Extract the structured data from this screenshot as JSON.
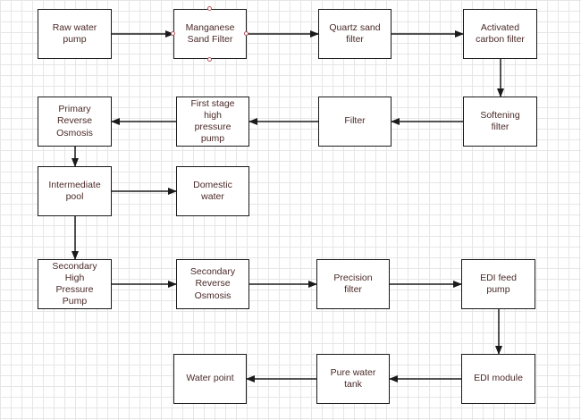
{
  "diagram": {
    "nodes": [
      {
        "id": "raw",
        "label": "Raw water\npump"
      },
      {
        "id": "mn",
        "label": "Manganese\nSand Filter"
      },
      {
        "id": "quartz",
        "label": "Quartz sand\nfilter"
      },
      {
        "id": "carbon",
        "label": "Activated\ncarbon filter"
      },
      {
        "id": "soft",
        "label": "Softening\nfilter"
      },
      {
        "id": "filter",
        "label": "Filter"
      },
      {
        "id": "hpp1",
        "label": "First stage\nhigh\npressure\npump"
      },
      {
        "id": "ro1",
        "label": "Primary\nReverse\nOsmosis"
      },
      {
        "id": "pool",
        "label": "Intermediate\npool"
      },
      {
        "id": "dom",
        "label": "Domestic\nwater"
      },
      {
        "id": "hpp2",
        "label": "Secondary\nHigh\nPressure\nPump"
      },
      {
        "id": "ro2",
        "label": "Secondary\nReverse\nOsmosis"
      },
      {
        "id": "prec",
        "label": "Precision\nfilter"
      },
      {
        "id": "edifeed",
        "label": "EDI feed\npump"
      },
      {
        "id": "edi",
        "label": "EDI module"
      },
      {
        "id": "tank",
        "label": "Pure water\ntank"
      },
      {
        "id": "point",
        "label": "Water point"
      }
    ],
    "edges": [
      {
        "from": "raw",
        "to": "mn"
      },
      {
        "from": "mn",
        "to": "quartz"
      },
      {
        "from": "quartz",
        "to": "carbon"
      },
      {
        "from": "carbon",
        "to": "soft"
      },
      {
        "from": "soft",
        "to": "filter"
      },
      {
        "from": "filter",
        "to": "hpp1"
      },
      {
        "from": "hpp1",
        "to": "ro1"
      },
      {
        "from": "ro1",
        "to": "pool"
      },
      {
        "from": "pool",
        "to": "dom"
      },
      {
        "from": "pool",
        "to": "hpp2"
      },
      {
        "from": "hpp2",
        "to": "ro2"
      },
      {
        "from": "ro2",
        "to": "prec"
      },
      {
        "from": "prec",
        "to": "edifeed"
      },
      {
        "from": "edifeed",
        "to": "edi"
      },
      {
        "from": "edi",
        "to": "tank"
      },
      {
        "from": "tank",
        "to": "point"
      }
    ],
    "selected_node": "mn"
  }
}
